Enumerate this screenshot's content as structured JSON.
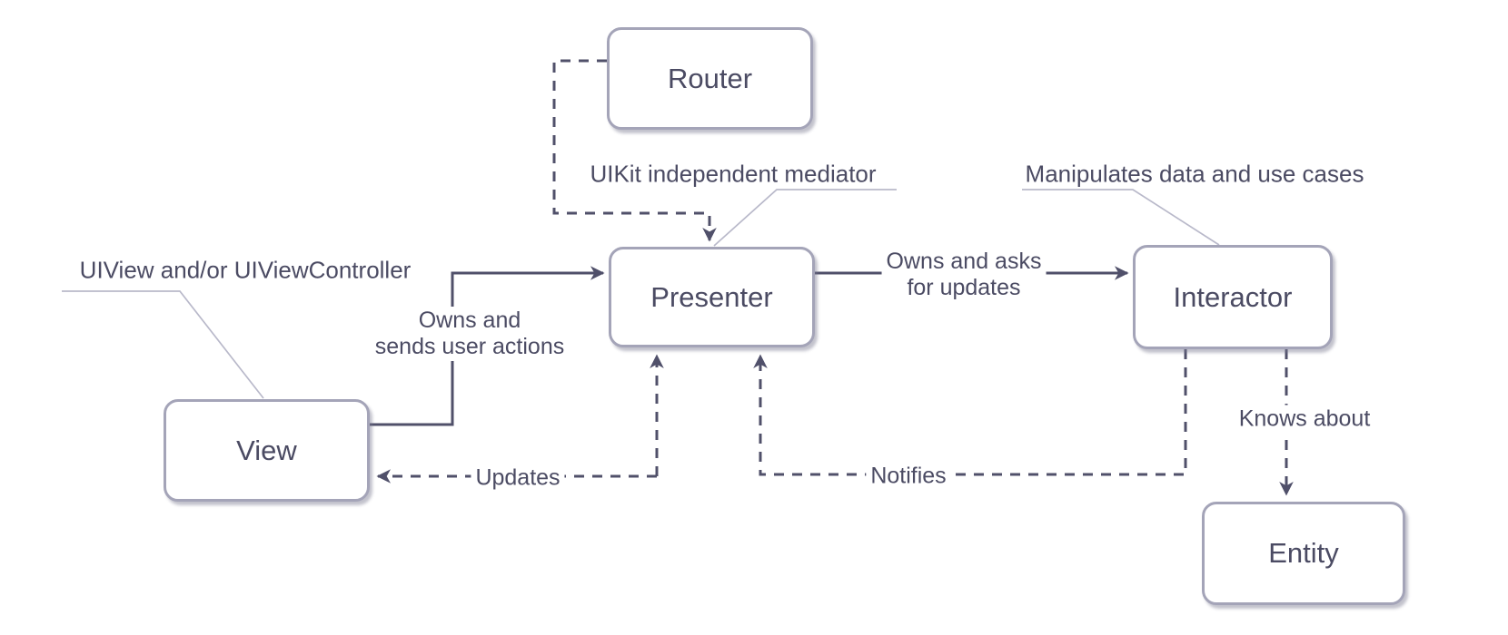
{
  "nodes": {
    "router": {
      "label": "Router"
    },
    "presenter": {
      "label": "Presenter"
    },
    "view": {
      "label": "View"
    },
    "interactor": {
      "label": "Interactor"
    },
    "entity": {
      "label": "Entity"
    }
  },
  "annotations": {
    "view_note": "UIView and/or UIViewController",
    "presenter_note": "UIKit independent mediator",
    "interactor_note": "Manipulates data and use cases"
  },
  "edge_labels": {
    "view_to_presenter_line1": "Owns and",
    "view_to_presenter_line2": "sends user actions",
    "presenter_to_interactor_line1": "Owns and asks",
    "presenter_to_interactor_line2": "for updates",
    "presenter_to_view": "Updates",
    "interactor_to_presenter": "Notifies",
    "interactor_to_entity": "Knows about"
  },
  "edges": [
    {
      "from": "view",
      "to": "presenter",
      "style": "solid-arrow",
      "label": "Owns and sends user actions"
    },
    {
      "from": "presenter",
      "to": "interactor",
      "style": "solid-arrow",
      "label": "Owns and asks for updates"
    },
    {
      "from": "router",
      "to": "presenter",
      "style": "dashed-arrow",
      "label": ""
    },
    {
      "from": "presenter",
      "to": "view",
      "style": "dashed-arrow-both-ends",
      "label": "Updates"
    },
    {
      "from": "interactor",
      "to": "presenter",
      "style": "dashed-arrow",
      "label": "Notifies"
    },
    {
      "from": "interactor",
      "to": "entity",
      "style": "dashed-arrow",
      "label": "Knows about"
    }
  ],
  "colors": {
    "background": "#ffffff",
    "line": "#50506a",
    "text": "#4b4b63",
    "box_border": "#a4a4b8",
    "box_fill": "#ffffff",
    "leader_line": "#b9b9ca"
  }
}
